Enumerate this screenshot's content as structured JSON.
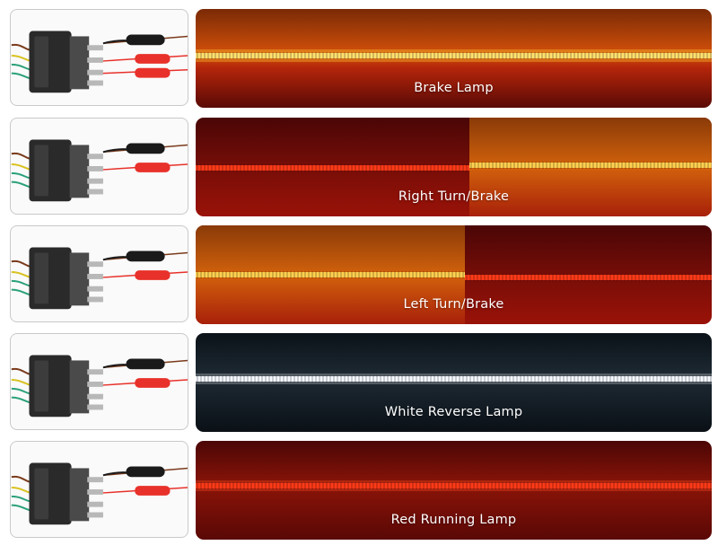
{
  "panels": [
    {
      "caption": "Brake Lamp",
      "mode": "amber",
      "strip_color": "#ffb000",
      "bg": "#7a1608"
    },
    {
      "caption": "Right Turn/Brake",
      "mode": "split-right-amber",
      "strip_color_left": "#ff2010",
      "strip_color_right": "#ffb000",
      "bg": "#5a0808"
    },
    {
      "caption": "Left Turn/Brake",
      "mode": "split-left-amber",
      "strip_color_left": "#ffb000",
      "strip_color_right": "#ff2010",
      "bg": "#5a0808"
    },
    {
      "caption": "White Reverse Lamp",
      "mode": "white",
      "strip_color": "#ffffff",
      "bg": "#101820"
    },
    {
      "caption": "Red Running Lamp",
      "mode": "red",
      "strip_color": "#ff2a10",
      "bg": "#5a0808"
    }
  ],
  "wire_colors": {
    "black": "#1a1a1a",
    "red": "#e8312a",
    "yellow": "#d9c220",
    "green": "#2aa07a",
    "brown": "#7a3a1a"
  }
}
